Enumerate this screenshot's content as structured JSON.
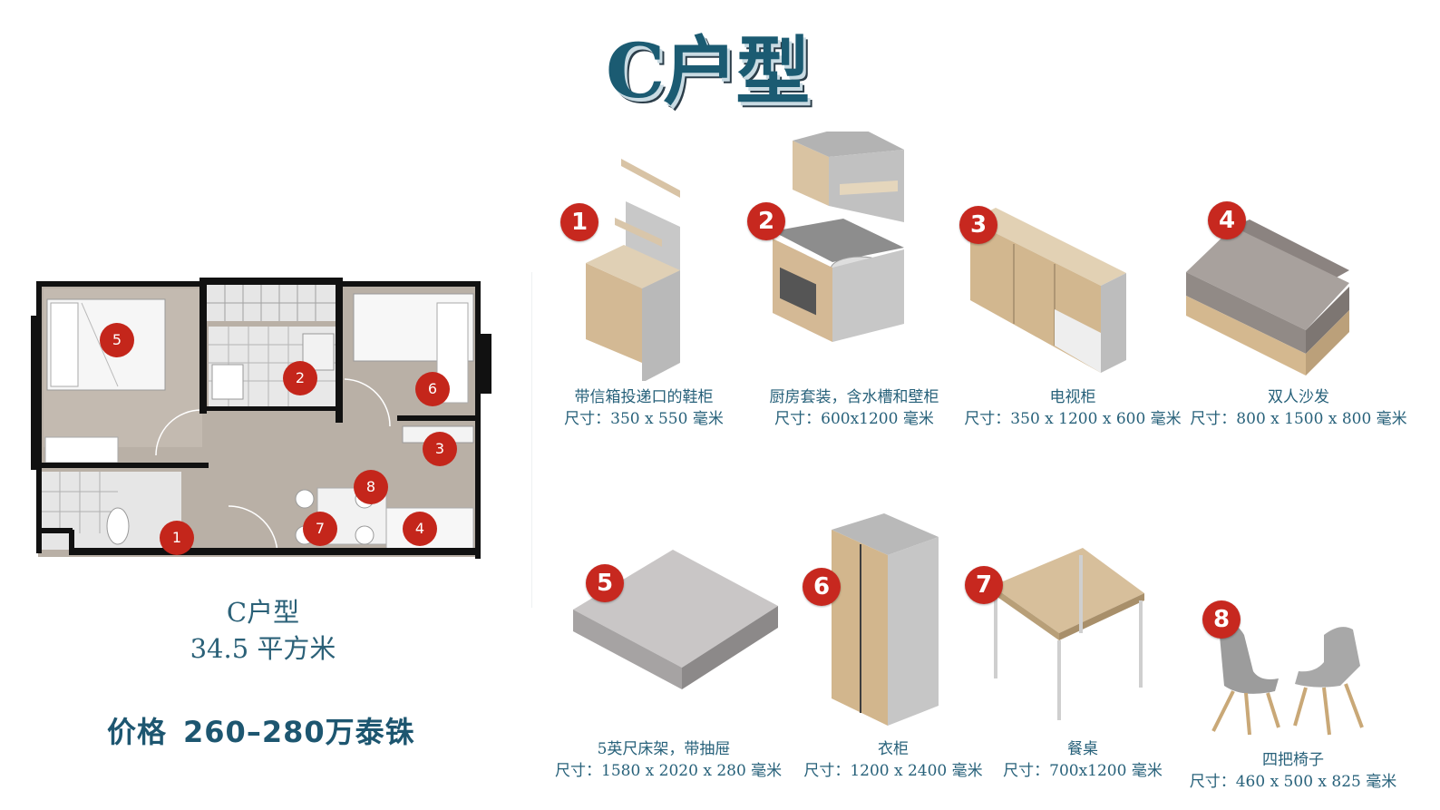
{
  "page": {
    "title": "C户型"
  },
  "plan": {
    "name": "C户型",
    "area": "34.5 平方米",
    "price_label": "价格",
    "price_value": "260–280万泰铢",
    "pins": [
      "5",
      "2",
      "6",
      "3",
      "8",
      "7",
      "4",
      "1"
    ]
  },
  "items": [
    {
      "num": "1",
      "name": "带信箱投递口的鞋柜",
      "size": "尺寸：350 x 550 毫米"
    },
    {
      "num": "2",
      "name": "厨房套装，含水槽和壁柜",
      "size": "尺寸：600x1200 毫米"
    },
    {
      "num": "3",
      "name": "电视柜",
      "size": "尺寸：350 x 1200 x 600 毫米"
    },
    {
      "num": "4",
      "name": "双人沙发",
      "size": "尺寸：800 x 1500 x 800 毫米"
    },
    {
      "num": "5",
      "name": "5英尺床架，带抽屉",
      "size": "尺寸：1580 x 2020 x 280 毫米"
    },
    {
      "num": "6",
      "name": "衣柜",
      "size": "尺寸：1200 x 2400 毫米"
    },
    {
      "num": "7",
      "name": "餐桌",
      "size": "尺寸：700x1200 毫米"
    },
    {
      "num": "8",
      "name": "四把椅子",
      "size": "尺寸：460 x 500 x 825 毫米"
    }
  ]
}
